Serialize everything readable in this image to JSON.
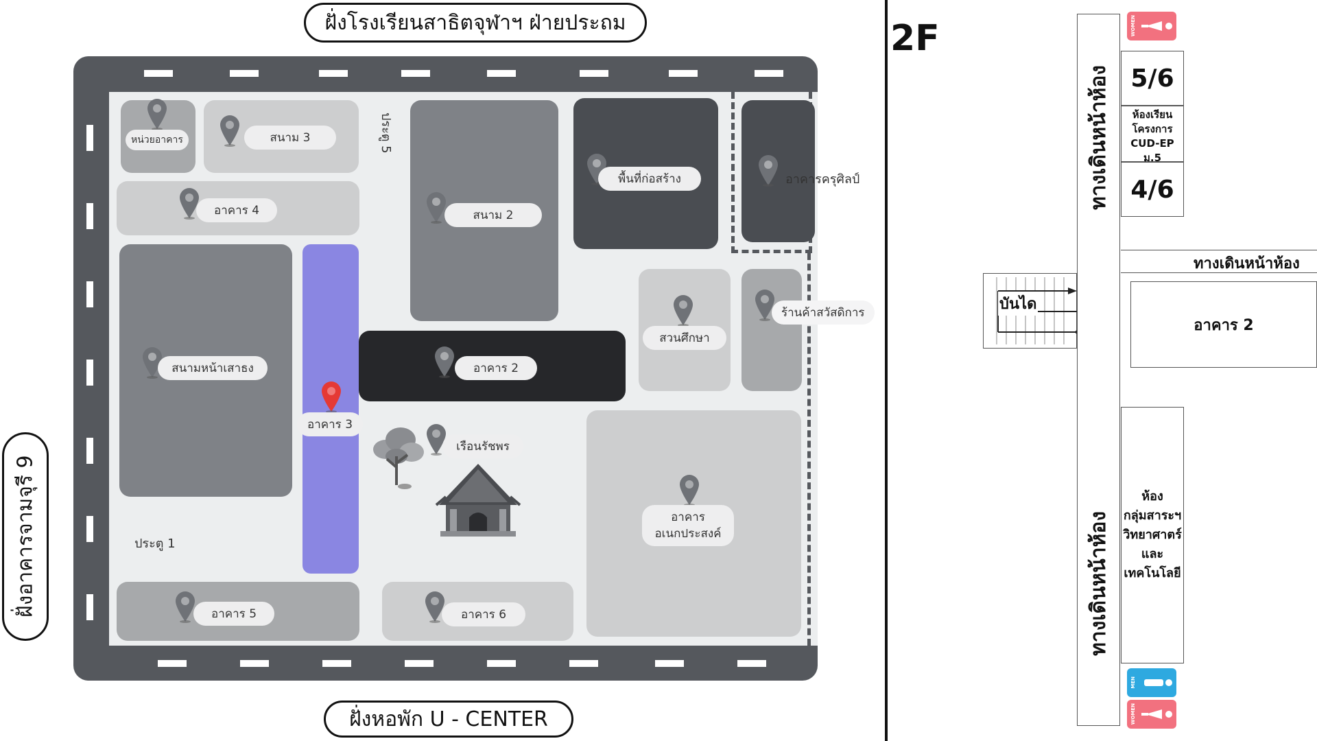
{
  "map": {
    "top_label": "ฝั่งโรงเรียนสาธิตจุฬาฯ ฝ่ายประถม",
    "bottom_label": "ฝั่งหอพัก U - CENTER",
    "left_label": "ฝั่งอาคารจามจุรี 9",
    "gate_1": "ประตู 1",
    "gate_5": "ประตู 5",
    "places": {
      "building_unit": "หน่วยอาคาร",
      "field_3": "สนาม 3",
      "building_4": "อาคาร 4",
      "field_2": "สนาม 2",
      "construction_area": "พื้นที่ก่อสร้าง",
      "kru_sin_building": "อาคารครุศิลป์",
      "welfare_shop": "ร้านค้าสวัสดิการ",
      "study_garden": "สวนศึกษา",
      "flagpole_field": "สนามหน้าเสาธง",
      "building_2": "อาคาร 2",
      "building_3": "อาคาร 3",
      "ruen_ratchaphon": "เรือนรัชพร",
      "multipurpose_building": "อาคาร\nอเนกประสงค์",
      "building_5": "อาคาร 5",
      "building_6": "อาคาร 6"
    },
    "colors": {
      "road": "#55585d",
      "highlight_building": "#8a86e2",
      "current_pin": "#e53935",
      "pin": "#6f7277"
    }
  },
  "floor_plan": {
    "floor": "2F",
    "corridor_top": "ทางเดินหน้าห้อง",
    "corridor_bottom": "ทางเดินหน้าห้อง",
    "corridor_horizontal": "ทางเดินหน้าห้อง",
    "stairs": "บันได",
    "building_2": "อาคาร 2",
    "room_5_6": "5/6",
    "room_4_6": "4/6",
    "cud_ep_room": "ห้องเรียน\nโครงการ\nCUD-EP\nม.5",
    "science_dept_room": "ห้อง\nกลุ่มสาระฯ\nวิทยาศาตร์\nและ\nเทคโนโลยี",
    "wc_women_tag": "WOMEN",
    "wc_men_tag": "MEN",
    "colors": {
      "women": "#f2717f",
      "men": "#2ea9e0"
    }
  }
}
